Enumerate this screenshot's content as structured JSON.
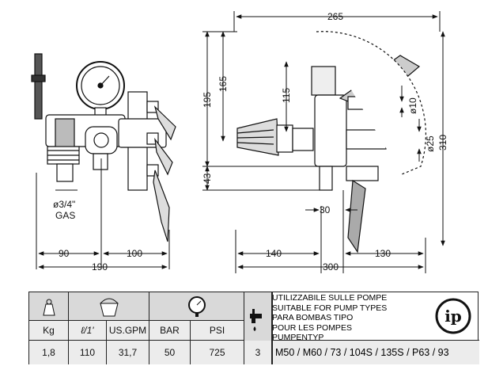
{
  "dimensions": {
    "front": {
      "overall": "190",
      "left": "90",
      "right": "100",
      "inlet_size": "ø3/4\"",
      "inlet_type": "GAS"
    },
    "side": {
      "top_width": "265",
      "height_195": "195",
      "height_165": "165",
      "height_115": "115",
      "bottom_43": "43",
      "width_30": "30",
      "width_140": "140",
      "width_130": "130",
      "overall_300": "300",
      "height_310": "310",
      "dia_10": "ø10",
      "dia_25": "ø25"
    }
  },
  "table": {
    "icons": {
      "weight": "weight-icon",
      "bucket": "bucket-icon",
      "gauge": "pressure-gauge-icon",
      "tap": "tap-icon",
      "logo": "ip-logo"
    },
    "headers": {
      "kg": "Kg",
      "lmin": "ℓ/1'",
      "usgpm": "US.GPM",
      "bar": "BAR",
      "psi": "PSI"
    },
    "values": {
      "kg": "1,8",
      "lmin": "110",
      "usgpm": "31,7",
      "bar": "50",
      "psi": "725",
      "outlets": "3"
    },
    "pump_types": [
      "UTILIZZABILE SULLE POMPE",
      "SUITABLE FOR PUMP TYPES",
      "PARA BOMBAS TIPO",
      "POUR LES POMPES",
      "PUMPENTYP"
    ],
    "models": "M50 / M60 / 73 / 104S / 135S / P63 / 93",
    "logo_text": "ip"
  }
}
